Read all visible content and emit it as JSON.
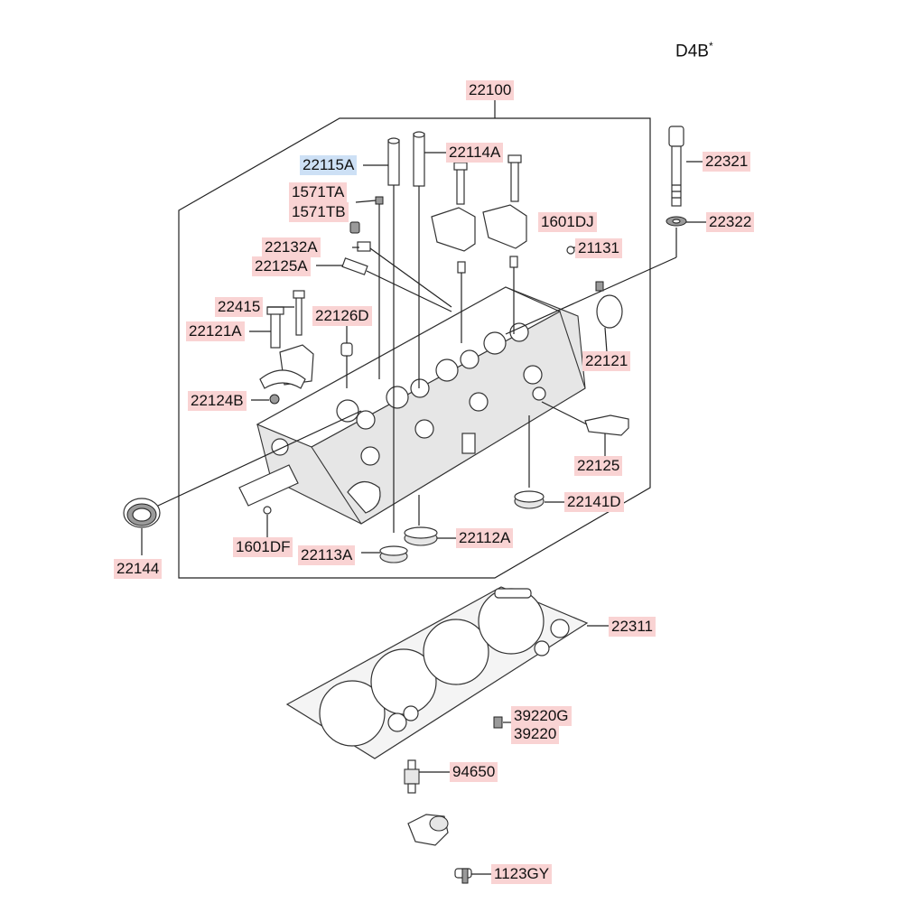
{
  "title": {
    "text": "D4B",
    "mark": "*"
  },
  "labels": {
    "l22100": "22100",
    "l22115A": "22115A",
    "l22114A": "22114A",
    "l22321": "22321",
    "l1571TA": "1571TA",
    "l1571TB": "1571TB",
    "l1601DJ": "1601DJ",
    "l22322": "22322",
    "l22132A": "22132A",
    "l21131": "21131",
    "l22125A": "22125A",
    "l22415": "22415",
    "l22126D": "22126D",
    "l22121A": "22121A",
    "l22121": "22121",
    "l22124B": "22124B",
    "l22125": "22125",
    "l22141D": "22141D",
    "l22112A": "22112A",
    "l1601DF": "1601DF",
    "l22113A": "22113A",
    "l22144": "22144",
    "l22311": "22311",
    "l39220G": "39220G",
    "l39220": "39220",
    "l94650": "94650",
    "l1123GY": "1123GY"
  },
  "colors": {
    "label_bg": "#f9d3d3",
    "selected_label_bg": "#cde0f5",
    "line": "#222222"
  }
}
